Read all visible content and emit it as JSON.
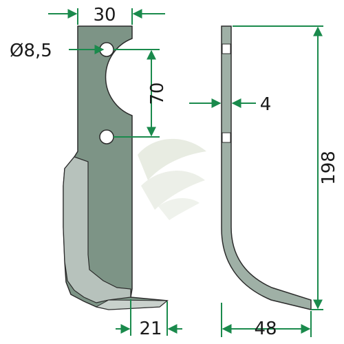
{
  "colors": {
    "dimension_line": "#1a8a4c",
    "blade_face": "#7d9486",
    "blade_edge": "#b7c2bc",
    "outline": "#2b2b2b",
    "watermark": "#e6eadf"
  },
  "dimensions": {
    "top_width": "30",
    "hole_diameter": "Ø8,5",
    "hole_spacing": "70",
    "thickness": "4",
    "height": "198",
    "foot_width": "21",
    "offset": "48"
  }
}
